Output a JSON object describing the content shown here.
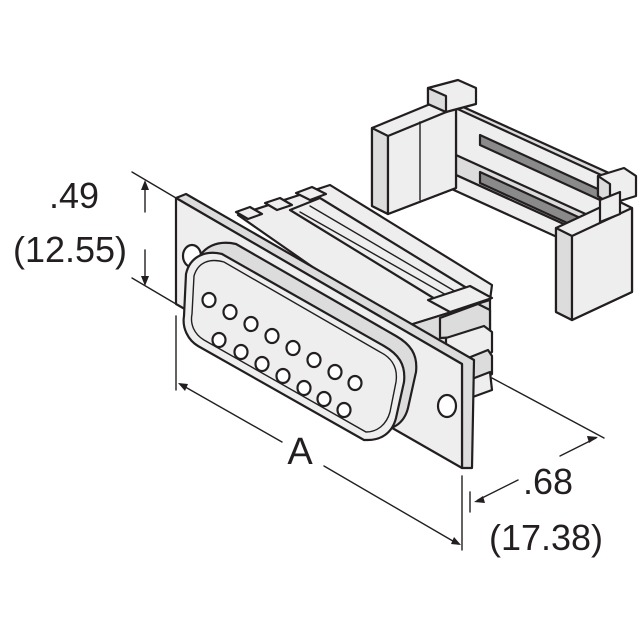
{
  "height_dimension": {
    "inches": ".49",
    "millimeters": "(12.55)"
  },
  "width_dimension": {
    "label": "A"
  },
  "depth_dimension": {
    "inches": ".68",
    "millimeters": "(17.38)"
  }
}
